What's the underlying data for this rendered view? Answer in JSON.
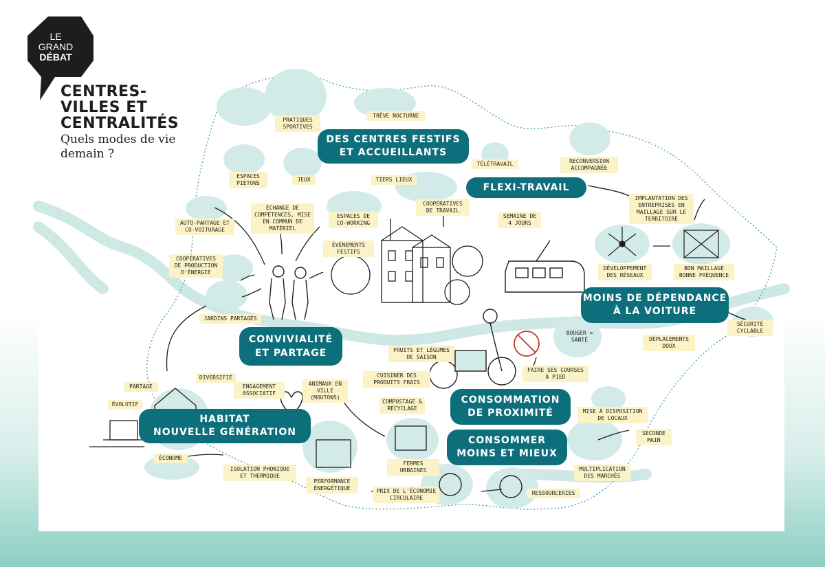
{
  "badge": {
    "line1": "LE",
    "line2": "GRAND",
    "line3": "DÉBAT"
  },
  "header": {
    "title_line1": "CENTRES-",
    "title_line2": "VILLES ET",
    "title_line3": "CENTRALITÉS",
    "subtitle_line1": "Quels modes de vie",
    "subtitle_line2": "demain ?"
  },
  "colors": {
    "teal_dark": "#0e6f7c",
    "teal_light": "#c9e6e2",
    "label_bg": "#fbf2c6",
    "bottom_gradient": "#8ccfc3"
  },
  "themes": {
    "festifs_l1": "DES CENTRES FESTIFS",
    "festifs_l2": "ET ACCUEILLANTS",
    "flexi": "FLEXI-TRAVAIL",
    "voiture_l1": "MOINS DE DÉPENDANCE",
    "voiture_l2": "À LA VOITURE",
    "convivialite_l1": "CONVIVIALITÉ",
    "convivialite_l2": "ET PARTAGE",
    "habitat_l1": "HABITAT",
    "habitat_l2": "NOUVELLE GÉNÉRATION",
    "proximite_l1": "CONSOMMATION",
    "proximite_l2": "DE PROXIMITÉ",
    "mieux_l1": "CONSOMMER",
    "mieux_l2": "MOINS ET MIEUX"
  },
  "labels": {
    "pratiques_sportives": "PRATIQUES SPORTIVES",
    "treve_nocturne": "TRÊVE NOCTURNE",
    "espaces_pietons": "ESPACES PIÉTONS",
    "jeux": "JEUX",
    "tiers_lieux": "TIERS LIEUX",
    "cooperatives_travail": "COOPÉRATIVES DE TRAVAIL",
    "teletravail": "TÉLÉTRAVAIL",
    "reconversion": "RECONVERSION ACCOMPAGNÉE",
    "implantation": "IMPLANTATION DES ENTREPRISES EN MAILLAGE SUR LE TERRITOIRE",
    "semaine_4_jours": "SEMAINE DE 4 JOURS",
    "developpement_reseaux": "DÉVELOPPEMENT DES RÉSEAUX",
    "bon_maillage": "BON MAILLAGE BONNE FRÉQUENCE",
    "securite_cyclable": "SÉCURITÉ CYCLABLE",
    "deplacements_doux": "DÉPLACEMENTS DOUX",
    "bouger_sante": "BOUGER = SANTÉ",
    "auto_partage": "AUTO-PARTAGE ET CO-VOITURAGE",
    "echange_competences": "ÉCHANGE DE COMPÉTENCES, MISE EN COMMUN DE MATÉRIEL",
    "espaces_coworking": "ESPACES DE CO-WORKING",
    "evenements_festifs": "ÉVÉNEMENTS FESTIFS",
    "cooperatives_energie": "COOPÉRATIVES DE PRODUCTION D'ÉNERGIE",
    "jardins_partages": "JARDINS PARTAGÉS",
    "fruits_legumes": "FRUITS ET LÉGUMES DE SAISON",
    "cuisiner": "CUISINER DES PRODUITS FRAIS",
    "compostage": "COMPOSTAGE & RECYCLAGE",
    "animaux": "ANIMAUX EN VILLE (MOUTONS)",
    "engagement": "ENGAGEMENT ASSOCIATIF",
    "partage": "PARTAGÉ",
    "diversifie": "DIVERSIFIÉ",
    "evolutif": "ÉVOLUTIF",
    "econome": "ÉCONOME",
    "isolation": "ISOLATION PHONIQUE ET THERMIQUE",
    "performance": "PERFORMANCE ÉNERGÉTIQUE",
    "fermes_urbaines": "FERMES URBAINES",
    "prix_economie": "PRIX DE L'ÉCONOMIE CIRCULAIRE",
    "ressourceries": "RESSOURCERIES",
    "faire_courses": "FAIRE SES COURSES À PIED",
    "mise_disposition": "MISE À DISPOSITION DE LOCAUX",
    "seconde_main": "SECONDE MAIN",
    "multiplication_marches": "MULTIPLICATION DES MARCHÉS"
  }
}
